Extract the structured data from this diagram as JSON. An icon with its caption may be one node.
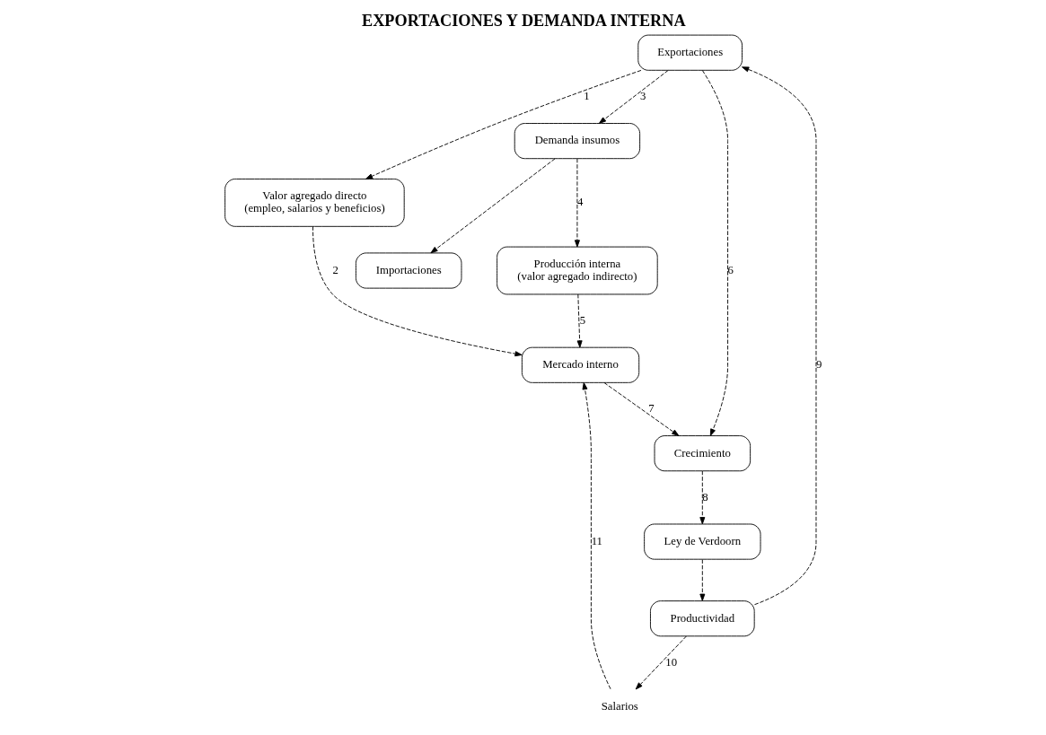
{
  "diagram": {
    "title": "EXPORTACIONES Y DEMANDA INTERNA",
    "nodes": [
      {
        "text": [
          "Exportaciones"
        ]
      },
      {
        "text": [
          "Valor agregado directo",
          "(empleo, salarios y beneficios)"
        ]
      },
      {
        "text": [
          "Demanda insumos"
        ]
      },
      {
        "text": [
          "Crecimiento"
        ]
      },
      {
        "text": [
          "Productividad"
        ]
      },
      {
        "text": [
          "Producción interna",
          "(valor agregado indirecto)"
        ]
      },
      {
        "text": [
          "Importaciones"
        ]
      },
      {
        "text": [
          "Ley de Verdoorn"
        ]
      },
      {
        "text": [
          "Mercado interno"
        ]
      },
      {
        "text": [
          "Salarios"
        ]
      }
    ],
    "edges": [
      {
        "from": 0,
        "to": 1,
        "arrow": "to",
        "label": "1",
        "style": "dashed"
      },
      {
        "from": 0,
        "to": 2,
        "arrow": "to",
        "label": "3",
        "style": "dashed"
      },
      {
        "from": 1,
        "to": 8,
        "arrow": "to",
        "label": "2",
        "style": "dashed"
      },
      {
        "from": 2,
        "to": 5,
        "arrow": "to",
        "label": "4",
        "style": "dashed"
      },
      {
        "from": 2,
        "to": 6,
        "arrow": "to",
        "style": "dashed"
      },
      {
        "from": 5,
        "to": 8,
        "arrow": "to",
        "label": "5",
        "style": "dashed"
      },
      {
        "from": 0,
        "to": 3,
        "arrow": "to",
        "label": "6",
        "style": "dashed"
      },
      {
        "from": 8,
        "to": 3,
        "arrow": "to",
        "label": "7",
        "style": "dashed"
      },
      {
        "from": 3,
        "to": 7,
        "arrow": "to",
        "label": "8",
        "style": "dashed"
      },
      {
        "from": 7,
        "to": 4,
        "arrow": "to",
        "style": "dashed"
      },
      {
        "from": 4,
        "to": 0,
        "arrow": "to",
        "label": "9",
        "style": "dashed"
      },
      {
        "from": 4,
        "to": 9,
        "arrow": "to",
        "label": "10",
        "style": "dashed"
      },
      {
        "from": 9,
        "to": 8,
        "arrow": "to",
        "label": "11",
        "style": "dashed"
      }
    ]
  }
}
